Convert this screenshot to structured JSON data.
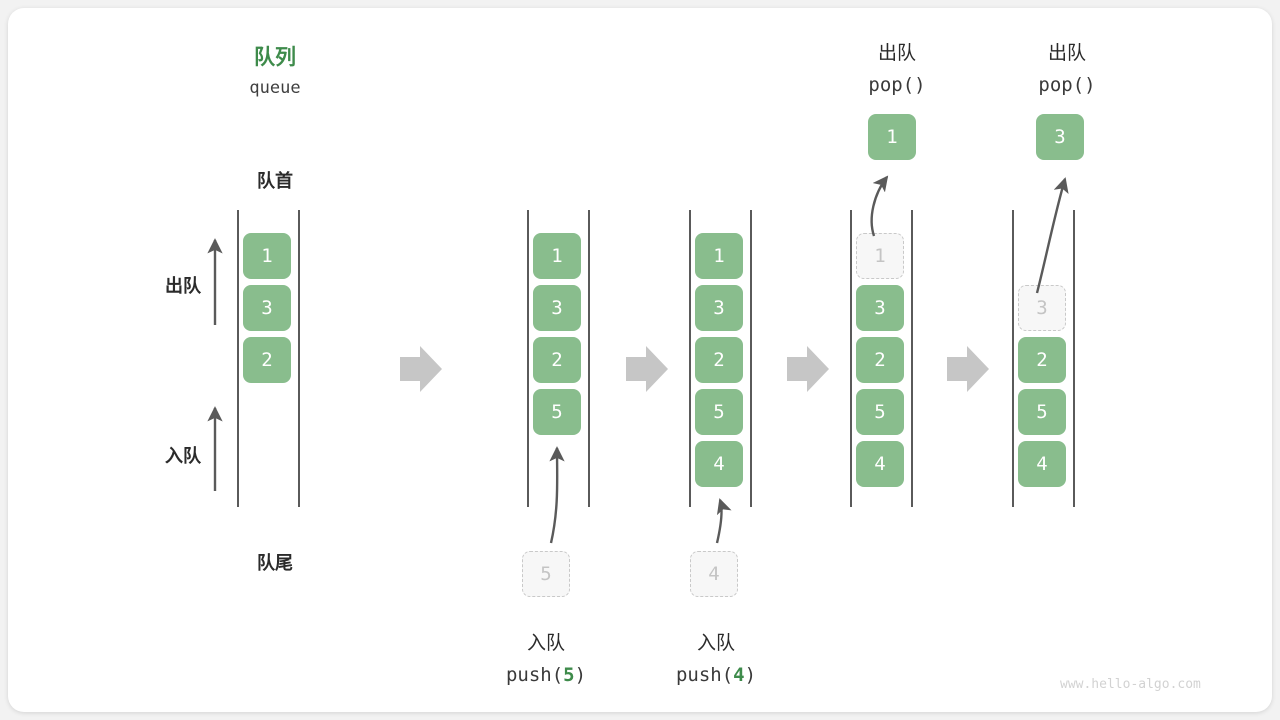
{
  "diagram": {
    "title_cn": "队列",
    "title_en": "queue",
    "front_label": "队首",
    "rear_label": "队尾",
    "dequeue_label": "出队",
    "enqueue_label": "入队",
    "watermark": "www.hello-algo.com",
    "colors": {
      "element_green": "#89bd8d",
      "accent_green": "#3e8b4b",
      "rail_gray": "#5a5a5a",
      "ghost_border": "#c9c9c9",
      "ghost_fill": "#f7f7f7",
      "arrow_gray": "#5a5a5a",
      "step_arrow_gray": "#c6c6c6",
      "text_dark": "#2b2b2b",
      "watermark_gray": "#d2d2d2",
      "card_bg": "#ffffff",
      "page_bg": "#f2f2f2"
    }
  },
  "chart_data": {
    "type": "diagram",
    "title": "队列 queue",
    "description": "Queue operations: push and pop illustrated across five states",
    "states": [
      {
        "id": "state-1",
        "caption_cn": "",
        "caption_code": "",
        "items": [
          "1",
          "3",
          "2"
        ],
        "ghost_index": null,
        "incoming": null,
        "outgoing": null
      },
      {
        "id": "state-2",
        "caption_cn": "入队",
        "caption_code": "push(5)",
        "caption_code_prefix": "push(",
        "caption_code_num": "5",
        "caption_code_suffix": ")",
        "items": [
          "1",
          "3",
          "2",
          "5"
        ],
        "ghost_index": null,
        "incoming": "5",
        "outgoing": null
      },
      {
        "id": "state-3",
        "caption_cn": "入队",
        "caption_code": "push(4)",
        "caption_code_prefix": "push(",
        "caption_code_num": "4",
        "caption_code_suffix": ")",
        "items": [
          "1",
          "3",
          "2",
          "5",
          "4"
        ],
        "ghost_index": null,
        "incoming": "4",
        "outgoing": null
      },
      {
        "id": "state-4",
        "caption_cn": "出队",
        "caption_code": "pop()",
        "items": [
          "1",
          "3",
          "2",
          "5",
          "4"
        ],
        "ghost_index": 0,
        "incoming": null,
        "outgoing": "1"
      },
      {
        "id": "state-5",
        "caption_cn": "出队",
        "caption_code": "pop()",
        "items": [
          "3",
          "2",
          "5",
          "4"
        ],
        "ghost_index": 0,
        "incoming": null,
        "outgoing": "3"
      }
    ]
  },
  "boxes": {
    "s1": [
      "1",
      "3",
      "2"
    ],
    "s2": [
      "1",
      "3",
      "2",
      "5"
    ],
    "s3": [
      "1",
      "3",
      "2",
      "5",
      "4"
    ],
    "s4": [
      "1",
      "3",
      "2",
      "5",
      "4"
    ],
    "s5": [
      "3",
      "2",
      "5",
      "4"
    ],
    "ghost_push_5": "5",
    "ghost_push_4": "4",
    "popped_1": "1",
    "popped_3": "3"
  },
  "captions": {
    "push5_cn": "入队",
    "push5_code_prefix": "push(",
    "push5_code_num": "5",
    "push5_code_suffix": ")",
    "push4_cn": "入队",
    "push4_code_prefix": "push(",
    "push4_code_num": "4",
    "push4_code_suffix": ")",
    "pop1_cn": "出队",
    "pop1_code": "pop()",
    "pop2_cn": "出队",
    "pop2_code": "pop()"
  }
}
